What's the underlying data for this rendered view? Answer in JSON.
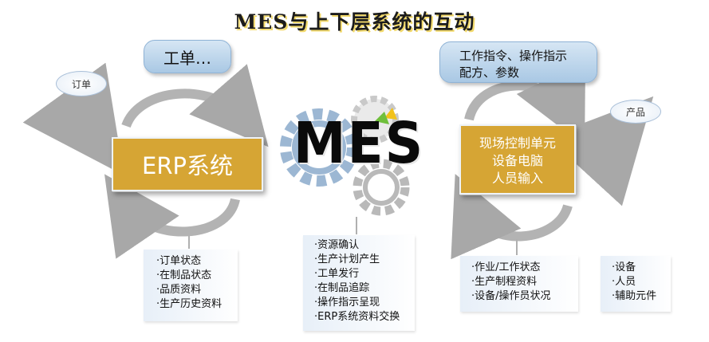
{
  "title": "MES与上下层系统的互动",
  "bubbles": {
    "left": "工单…",
    "right_line1": "工作指令、操作指示",
    "right_line2": "配方、参数"
  },
  "ellipses": {
    "order": "订单",
    "product": "产品"
  },
  "erp_box": "ERP系统",
  "field_box": {
    "line1": "现场控制单元",
    "line2": "设备电脑",
    "line3": "人员输入"
  },
  "mes_label": "MES",
  "lists": {
    "erp": [
      "订单状态",
      "在制品状态",
      "品质资料",
      "生产历史资料"
    ],
    "mes": [
      "资源确认",
      "生产计划产生",
      "工单发行",
      "在制品追踪",
      "操作指示呈现",
      "ERP系统资料交换"
    ],
    "work": [
      "作业/工作状态",
      "生产制程资料",
      "设备/操作员状况"
    ],
    "equipment": [
      "设备",
      "人员",
      "辅助元件"
    ]
  },
  "colors": {
    "gold": "#d6a534",
    "bubble_blue": "#a9c8e4",
    "arrow_gray": "#a8a8a8",
    "gear_blue": "#9cb7d3",
    "gear_gray": "#b9b9b9"
  }
}
